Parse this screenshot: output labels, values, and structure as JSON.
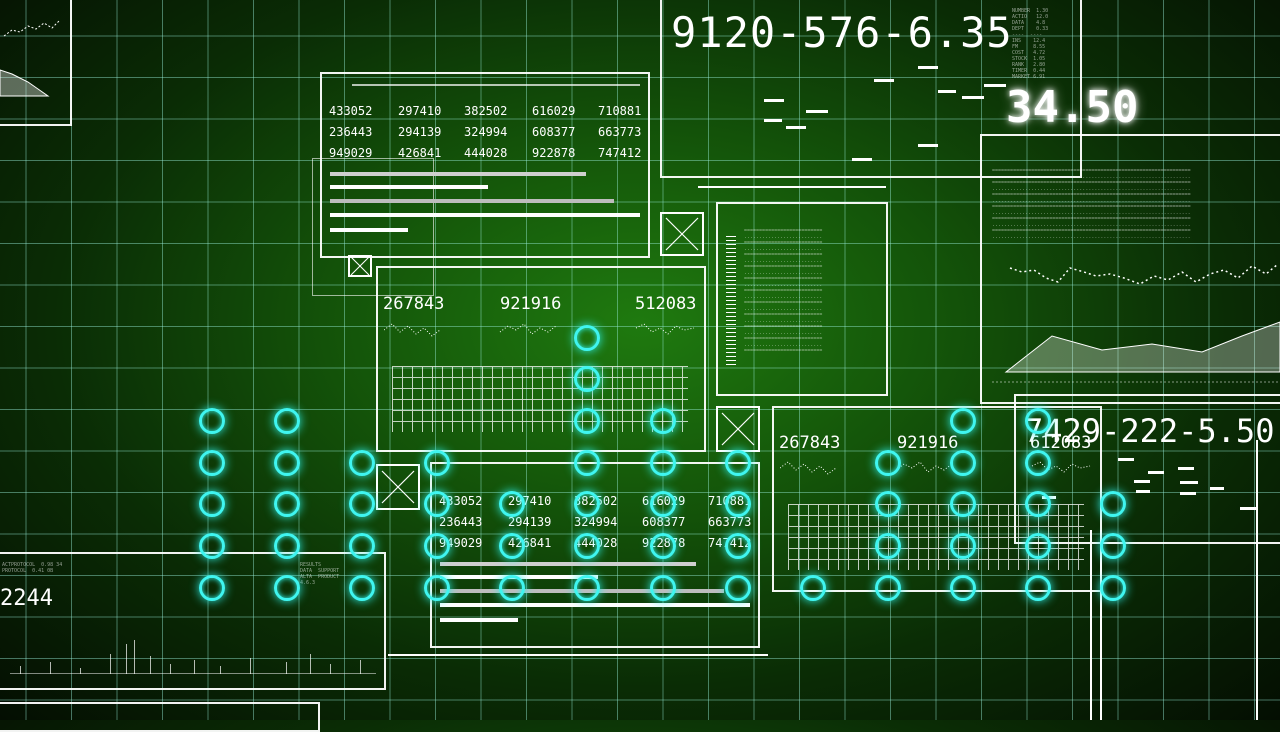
{
  "readouts": {
    "top_code": "9120-576-6.35",
    "top_value": "34.50",
    "right_code": "7429-222-5.50",
    "left_value": "2244"
  },
  "data_table": {
    "rows": [
      [
        "433052",
        "297410",
        "382502",
        "616029",
        "710881"
      ],
      [
        "236443",
        "294139",
        "324994",
        "608377",
        "663773"
      ],
      [
        "949029",
        "426841",
        "444028",
        "922878",
        "747412"
      ]
    ]
  },
  "stat_panel": {
    "values": [
      "267843",
      "921916",
      "512083"
    ]
  },
  "stat_panel_right": {
    "values": [
      "267843",
      "921916",
      "612083"
    ]
  },
  "colors": {
    "ring_accent": "#3ff5f0",
    "grid_line": "#96ebd7",
    "background": "#135209"
  }
}
